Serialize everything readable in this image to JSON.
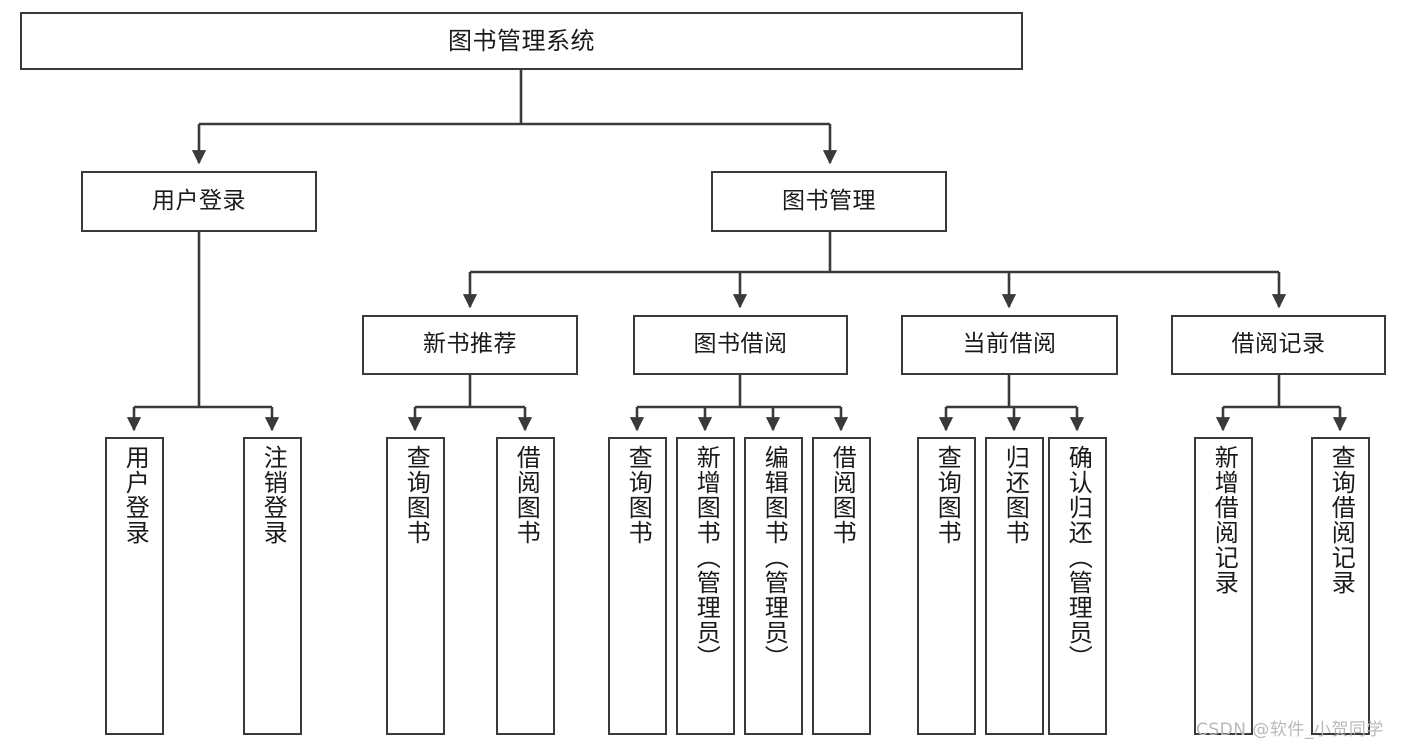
{
  "diagram": {
    "title": "图书管理系统",
    "type": "hierarchy-tree",
    "stroke_color": "#3a3a3a",
    "background_color": "#ffffff"
  },
  "nodes": {
    "root": {
      "label": "图书管理系统"
    },
    "level2": [
      {
        "label": "用户登录"
      },
      {
        "label": "图书管理"
      }
    ],
    "level3": [
      {
        "label": "新书推荐"
      },
      {
        "label": "图书借阅"
      },
      {
        "label": "当前借阅"
      },
      {
        "label": "借阅记录"
      }
    ],
    "leaves_user_login": [
      {
        "label": "用户登录"
      },
      {
        "label": "注销登录"
      }
    ],
    "leaves_new_book": [
      {
        "label": "查询图书"
      },
      {
        "label": "借阅图书"
      }
    ],
    "leaves_book_borrow": [
      {
        "label": "查询图书"
      },
      {
        "label": "新增图书（管理员）"
      },
      {
        "label": "编辑图书（管理员）"
      },
      {
        "label": "借阅图书"
      }
    ],
    "leaves_current_borrow": [
      {
        "label": "查询图书"
      },
      {
        "label": "归还图书"
      },
      {
        "label": "确认归还（管理员）"
      }
    ],
    "leaves_borrow_record": [
      {
        "label": "新增借阅记录"
      },
      {
        "label": "查询借阅记录"
      }
    ]
  },
  "watermark": {
    "text": "CSDN @软件_小贺同学"
  }
}
